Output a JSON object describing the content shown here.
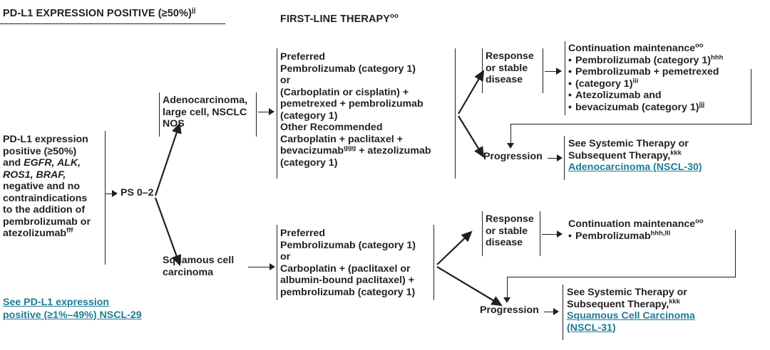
{
  "headers": {
    "left": "PD-L1 EXPRESSION POSITIVE (≥50%)",
    "left_sup": "jj",
    "therapy": "FIRST-LINE THERAPY",
    "therapy_sup": "oo"
  },
  "colors": {
    "ink": "#231f20",
    "link": "#1f7a94",
    "background": "#ffffff"
  },
  "criteria_box": {
    "line1": "PD-L1 expression",
    "line2": "positive (≥50%)",
    "line3_pre": "and ",
    "line3_italic": "EGFR, ALK,",
    "line4_italic": "ROS1, BRAF,",
    "line5": "negative and no",
    "line6": "contraindications",
    "line7": "to the addition of",
    "line8": "pembrolizumab or",
    "line9": "atezolizumab",
    "line9_sup": "fff"
  },
  "ps_node": {
    "label": "PS 0–2"
  },
  "see_link": {
    "line1": "See PD-L1 expression",
    "line2": "positive (≥1%–49%) NSCL-29"
  },
  "histology": {
    "adeno": {
      "line1": "Adenocarcinoma,",
      "line2": "large cell, NSCLC",
      "line3": "NOS"
    },
    "squamous": {
      "line1": "Squamous cell",
      "line2": "carcinoma"
    }
  },
  "adeno_therapy": {
    "heading1": "Preferred",
    "line1": "Pembrolizumab (category 1)",
    "line2": "or",
    "line3": "(Carboplatin or cisplatin) +",
    "line4": "pemetrexed + pembrolizumab",
    "line5": "(category 1)",
    "heading2": "Other Recommended",
    "line6": "Carboplatin + paclitaxel +",
    "line7_pre": "bevacizumab",
    "line7_sup": "ggg",
    "line7_post": " + atezolizumab",
    "line8": "(category 1)"
  },
  "squamous_therapy": {
    "heading1": "Preferred",
    "line1": "Pembrolizumab (category 1)",
    "line2": "or",
    "line3": "Carboplatin + (paclitaxel or",
    "line4": "albumin-bound paclitaxel) +",
    "line5": "pembrolizumab (category 1)"
  },
  "outcomes": {
    "response_top": {
      "line1": "Response",
      "line2": "or stable",
      "line3": "disease"
    },
    "response_bottom": {
      "line1": "Response",
      "line2": "or stable",
      "line3": "disease"
    },
    "progression_top": "Progression",
    "progression_bottom": "Progression"
  },
  "maintenance_top": {
    "title": "Continuation maintenance",
    "title_sup": "oo",
    "items": [
      {
        "text": "Pembrolizumab (category 1)",
        "sup": "hhh"
      },
      {
        "text": "Pembrolizumab + pemetrexed",
        "sup": ""
      },
      {
        "text": "(category 1)",
        "sup": "iii",
        "indent": true
      },
      {
        "text": "Atezolizumab and",
        "sup": ""
      },
      {
        "text": "bevacizumab (category 1)",
        "sup": "jjj",
        "indent": true
      }
    ]
  },
  "maintenance_bottom": {
    "title": "Continuation maintenance",
    "title_sup": "oo",
    "item": "Pembrolizumab",
    "item_sup": "hhh,lll"
  },
  "subsequent_top": {
    "line1": "See Systemic Therapy or",
    "line2": "Subsequent Therapy,",
    "line2_sup": "kkk",
    "link": "Adenocarcinoma (NSCL-30)"
  },
  "subsequent_bottom": {
    "line1": "See Systemic Therapy or",
    "line2": "Subsequent Therapy,",
    "line2_sup": "kkk",
    "link_line1": "Squamous Cell Carcinoma",
    "link_line2": "(NSCL-31)"
  }
}
